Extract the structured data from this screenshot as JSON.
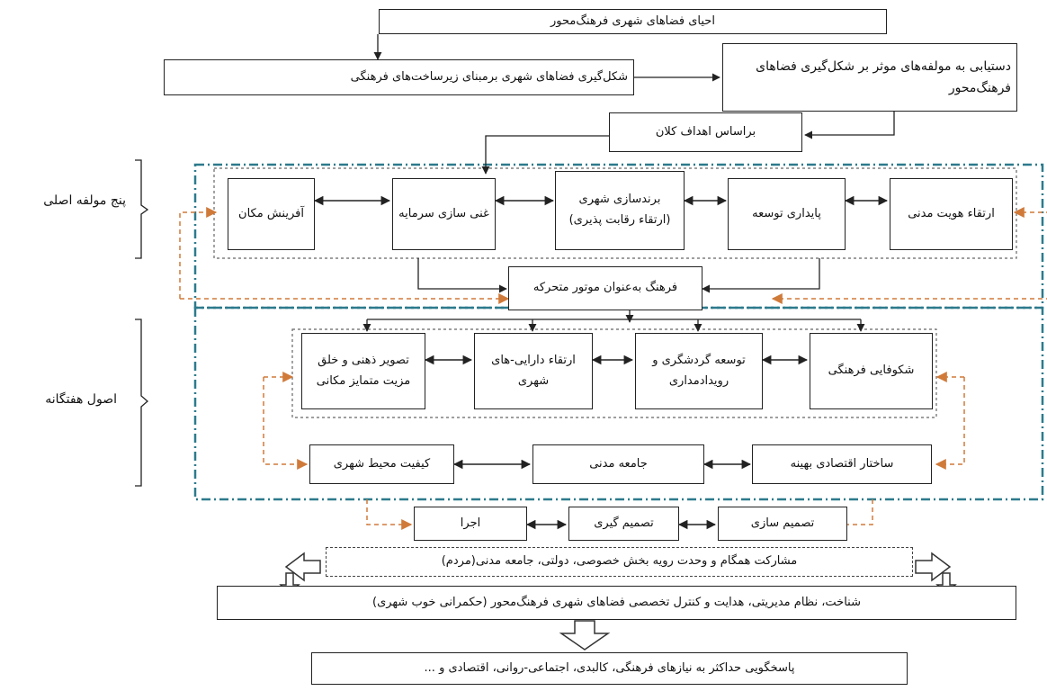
{
  "top": {
    "revival": "احیای فضاهای شهری فرهنگ‌محور",
    "formation": "شکل‌گیری فضاهای شهری برمبنای زیرساخت‌های فرهنگی",
    "achieving": "دستیابی به مولفه‌های موثر بر شکل‌گیری فضاهای فرهنگ‌محور",
    "goals": "براساس اهداف کلان"
  },
  "five_components": {
    "side_label": "پنج مولفه اصلی",
    "items": [
      {
        "label": "آفرینش مکان"
      },
      {
        "label": "غنی سازی سرمایه"
      },
      {
        "label": "برندسازی شهری (ارتقاء رقابت پذیری)"
      },
      {
        "label": "پایداری توسعه"
      },
      {
        "label": "ارتقاء هویت مدنی"
      }
    ],
    "engine": "فرهنگ به‌عنوان موتور متحرکه"
  },
  "seven_principles": {
    "side_label": "اصول هفتگانه",
    "row1": [
      {
        "label": "تصویر ذهنی و خلق مزیت متمایز مکانی"
      },
      {
        "label": "ارتقاء دارایی-های شهری"
      },
      {
        "label": "توسعه گردشگری و رویدادمداری"
      },
      {
        "label": "شکوفایی فرهنگی"
      }
    ],
    "row2": [
      {
        "label": "کیفیت محیط شهری"
      },
      {
        "label": "جامعه مدنی"
      },
      {
        "label": "ساختار اقتصادی بهینه"
      }
    ]
  },
  "process": [
    {
      "label": "اجرا"
    },
    {
      "label": "تصمیم گیری"
    },
    {
      "label": "تصمیم سازی"
    }
  ],
  "participation": "مشارکت همگام و وحدت رویه بخش خصوصی، دولتی، جامعه مدنی(مردم)",
  "governance": "شناخت، نظام مدیریتی، هدایت و کنترل تخصصی فضاهای شهری فرهنگ‌محور (حکمرانی خوب شهری)",
  "response": "پاسخگویی حداکثر به نیازهای فرهنگی، کالبدی، اجتماعی-روانی، اقتصادی و ..."
}
